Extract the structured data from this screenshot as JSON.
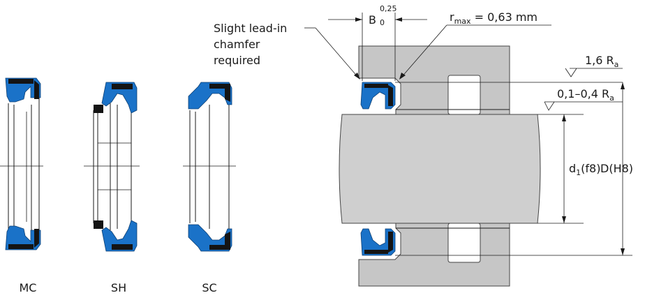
{
  "profiles": [
    {
      "name": "MC"
    },
    {
      "name": "SH"
    },
    {
      "name": "SC"
    }
  ],
  "dimensions": {
    "width_symbol": "B",
    "width_tol_upper": "0,25",
    "width_tol_lower": "0",
    "radius_label": "r",
    "radius_sub": "max",
    "radius_value": " = 0,63 mm",
    "chamfer_note_1": "Slight lead-in",
    "chamfer_note_2": "chamfer",
    "chamfer_note_3": "required",
    "rough1_value": "1,6 R",
    "rough1_sub": "a",
    "rough2_value": "0,1–0,4 R",
    "rough2_sub": "a",
    "shaft_symbol": "d",
    "shaft_sub": "1",
    "shaft_fit": "(f8)",
    "bore": "D(H8)"
  },
  "colors": {
    "seal": "#1a72c8",
    "insert": "#141414",
    "housing": "#c6c6c6"
  }
}
